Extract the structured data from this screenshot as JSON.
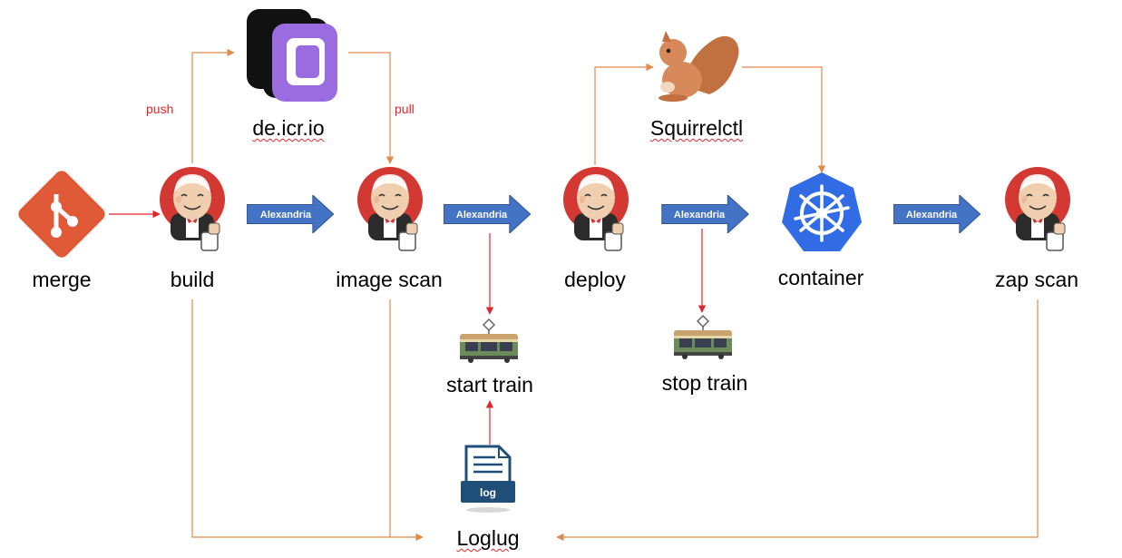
{
  "nodes": {
    "merge": "merge",
    "build": "build",
    "image_scan": "image scan",
    "deploy": "deploy",
    "container": "container",
    "zap_scan": "zap scan",
    "registry": "de.icr.io",
    "squirrelctl": "Squirrelctl",
    "start_train": "start train",
    "stop_train": "stop train",
    "loglug": "Loglug"
  },
  "edges": {
    "push": "push",
    "pull": "pull",
    "arrow_label": "Alexandria"
  },
  "log_file_text": "log",
  "colors": {
    "orange_line": "#e38a4b",
    "red_line": "#e0262b",
    "blue_arrow": "#4472c4",
    "git_red": "#e05a38",
    "k8s_blue": "#326ce5",
    "registry_purple": "#9b6ce0",
    "jenkins_red": "#d33833"
  },
  "icons": {
    "merge": "git-logo-icon",
    "build": "jenkins-butler-icon",
    "image_scan": "jenkins-butler-icon",
    "deploy": "jenkins-butler-icon",
    "zap_scan": "jenkins-butler-icon",
    "registry": "registry-logo-icon",
    "squirrelctl": "squirrel-icon",
    "container": "kubernetes-helm-icon",
    "start_train": "tram-car-icon",
    "stop_train": "tram-car-icon",
    "loglug": "log-file-icon"
  }
}
